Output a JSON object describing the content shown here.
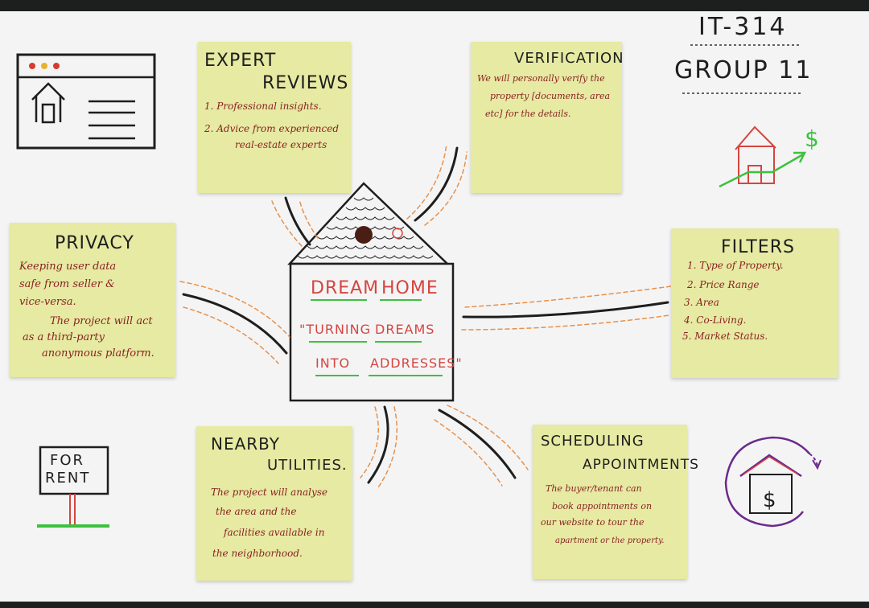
{
  "header": {
    "course": "IT-314",
    "group": "GROUP 11"
  },
  "center": {
    "title_word1": "DREAM",
    "title_word2": "HOME",
    "tagline_line1_a": "\"TURNING",
    "tagline_line1_b": "DREAMS",
    "tagline_line2_a": "INTO",
    "tagline_line2_b": "ADDRESSES\""
  },
  "notes": {
    "expert_reviews": {
      "title_1": "EXPERT",
      "title_2": "REVIEWS",
      "lines": [
        "1. Professional insights.",
        "2. Advice from experienced",
        "real-estate experts"
      ]
    },
    "verification": {
      "title": "VERIFICATION",
      "lines": [
        "We will personally verify the",
        "property [documents, area",
        "etc] for the details."
      ]
    },
    "privacy": {
      "title": "PRIVACY",
      "lines": [
        "Keeping user data",
        "safe from seller &",
        "vice-versa.",
        "The project will act",
        "as a third-party",
        "anonymous platform."
      ]
    },
    "filters": {
      "title": "FILTERS",
      "lines": [
        "1. Type of Property.",
        "2. Price Range",
        "3. Area",
        "4. Co-Living.",
        "5. Market Status."
      ]
    },
    "nearby_utilities": {
      "title_1": "NEARBY",
      "title_2": "UTILITIES.",
      "lines": [
        "The project will analyse",
        "the area and the",
        "facilities available in",
        "the neighborhood."
      ]
    },
    "scheduling": {
      "title_1": "SCHEDULING",
      "title_2": "APPOINTMENTS",
      "lines": [
        "The buyer/tenant can",
        "book appointments on",
        "our website to tour the",
        "apartment or the property."
      ]
    }
  },
  "sign": {
    "line1": "FOR",
    "line2": "RENT"
  },
  "icons": {
    "browser": "browser-window-icon",
    "house_growth": "house-growth-dollar-icon",
    "house_dollar": "house-dollar-cycle-icon",
    "for_rent": "for-rent-sign-icon"
  },
  "colors": {
    "sticky": "#e6eaa2",
    "ink_red": "#8a2222",
    "title_red": "#d6453f",
    "dash_orange": "#e8914a",
    "green": "#3cc23c",
    "purple": "#6b2a8c"
  }
}
